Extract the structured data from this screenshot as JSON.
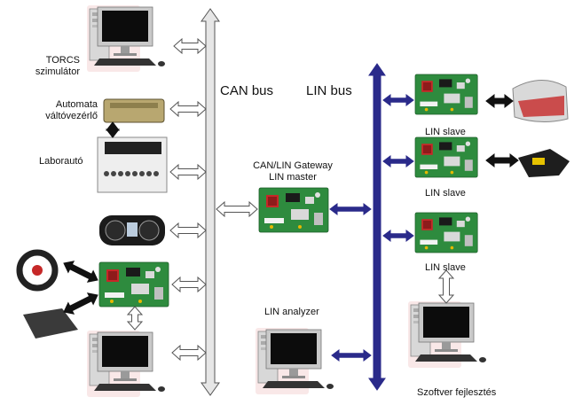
{
  "labels": {
    "torcs": "TORCS\nszimulátor",
    "gearbox_ecu": "Automata\nváltóvezérlő",
    "lab_car": "Laborautó",
    "can_bus": "CAN bus",
    "lin_bus": "LIN bus",
    "gateway": "CAN/LIN Gateway\nLIN master",
    "lin_slave_1": "LIN slave",
    "lin_slave_2": "LIN slave",
    "lin_slave_3": "LIN slave",
    "lin_analyzer": "LIN analyzer",
    "software_dev": "Szoftver fejlesztés"
  },
  "colors": {
    "can_bus": "#e6e6e6",
    "lin_bus": "#2a2a8a",
    "pcb_green": "#2e8b3e",
    "outline_arrow": "#ffffff",
    "black_arrow": "#111111"
  },
  "icons": {
    "pc": "desktop-computer-icon",
    "board": "pcb-board-icon",
    "ecu": "ecu-box-icon",
    "lab": "lab-panel-icon",
    "cluster": "instrument-cluster-icon",
    "wheel": "steering-wheel-icon",
    "pedals": "pedals-icon",
    "taillight": "taillight-icon",
    "mirror": "mirror-actuator-icon"
  }
}
